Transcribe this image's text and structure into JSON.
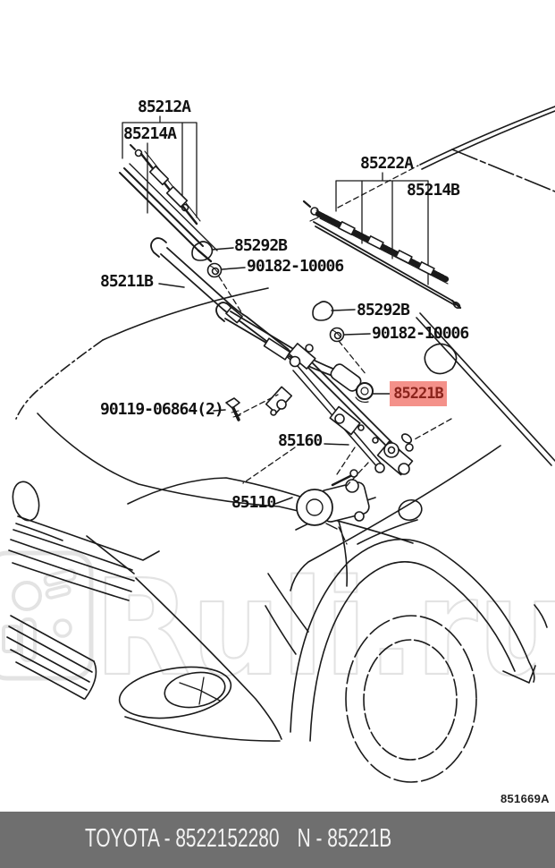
{
  "diagram": {
    "part_labels": {
      "p85212a": "85212A",
      "p85214a": "85214A",
      "p85222a": "85222A",
      "p85214b": "85214B",
      "p85292b_upper": "85292B",
      "p90182_upper": "90182-10006",
      "p85211b": "85211B",
      "p85292b_lower": "85292B",
      "p90182_lower": "90182-10006",
      "p85221b": "85221B",
      "p90119": "90119-06864(2)",
      "p85160": "85160",
      "p85110": "85110"
    },
    "highlighted_part": "85221B",
    "reference_code": "851669A",
    "colors": {
      "line_art": "#1a1a1a",
      "highlight_bg": "#f4918a",
      "highlight_text": "#8b241c",
      "watermark": "#e3e3e3",
      "footer_bg": "#6f6f6f",
      "footer_text": "#f3f3f3"
    }
  },
  "watermark": {
    "text": "Ruli.ru"
  },
  "footer": {
    "left": "TOYOTA - 8522152280",
    "right": "N - 85221B"
  }
}
